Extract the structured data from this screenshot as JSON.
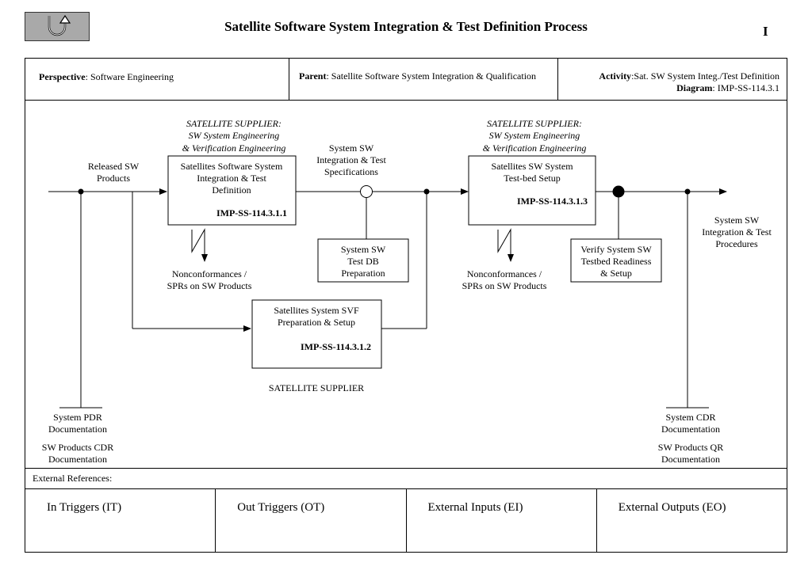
{
  "header": {
    "title": "Satellite Software System Integration & Test Definition Process",
    "page_marker": "I",
    "back_button_icon": "u-turn-arrow-icon"
  },
  "info": {
    "perspective_label": "Perspective",
    "perspective_value": ": Software Engineering",
    "parent_label": "Parent",
    "parent_value": ": Satellite Software  System Integration & Qualification",
    "activity_label": "Activity",
    "activity_value": ":Sat. SW System Integ./Test Definition",
    "diagram_label": "Diagram",
    "diagram_value": ": IMP-SS-114.3.1"
  },
  "diagram": {
    "supplier1": [
      "SATELLITE  SUPPLIER:",
      "SW System Engineering",
      "& Verification Engineering"
    ],
    "supplier2": [
      "SATELLITE  SUPPLIER:",
      "SW System Engineering",
      "& Verification Engineering"
    ],
    "box1": {
      "lines": [
        "Satellites Software System",
        "Integration & Test",
        "Definition"
      ],
      "id": "IMP-SS-114.3.1.1"
    },
    "box2": {
      "lines": [
        "Satellites System SVF",
        "Preparation & Setup"
      ],
      "id": "IMP-SS-114.3.1.2"
    },
    "box3": {
      "lines": [
        "Satellites SW System",
        "Test-bed Setup"
      ],
      "id": "IMP-SS-114.3.1.3"
    },
    "db_prep": [
      "System SW",
      "Test DB",
      "Preparation"
    ],
    "verify": [
      "Verify System SW",
      "Testbed Readiness",
      "& Setup"
    ],
    "released": [
      "Released SW",
      "Products"
    ],
    "specs": [
      "System SW",
      "Integration & Test",
      "Specifications"
    ],
    "procedures": [
      "System SW",
      "Integration & Test",
      "Procedures"
    ],
    "nonconf1": [
      "Nonconformances /",
      "SPRs on SW Products"
    ],
    "nonconf2": [
      "Nonconformances /",
      "SPRs on SW Products"
    ],
    "satellite_supplier": "SATELLITE SUPPLIER",
    "pdr": [
      "System PDR",
      "Documentation"
    ],
    "sw_cdr": [
      "SW Products CDR",
      "Documentation"
    ],
    "sys_cdr": [
      "System CDR",
      "Documentation"
    ],
    "sw_qr": [
      "SW Products QR",
      "Documentation"
    ]
  },
  "external": {
    "label": "External References:",
    "triggers": [
      "In Triggers (IT)",
      "Out Triggers (OT)",
      "External Inputs (EI)",
      "External Outputs (EO)"
    ]
  }
}
